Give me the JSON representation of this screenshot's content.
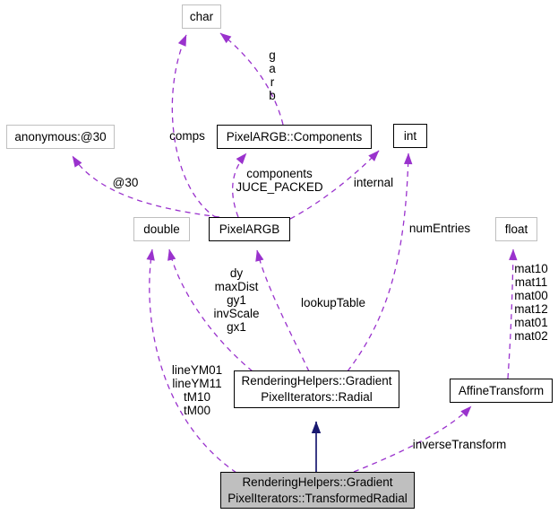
{
  "diagram": {
    "kind": "doxygen-collaboration-graph",
    "colors": {
      "dependency_edge": "#9a32cd",
      "inheritance_edge": "#191970",
      "plain_node_border": "#bfbfbf",
      "strong_node_border": "#000000",
      "current_node_fill": "#bfbfbf",
      "background": "#ffffff"
    },
    "nodes": [
      {
        "id": "char",
        "label": "char"
      },
      {
        "id": "anonymous",
        "label": "anonymous:@30"
      },
      {
        "id": "pixelargb-components",
        "label": "PixelARGB::Components"
      },
      {
        "id": "int",
        "label": "int"
      },
      {
        "id": "double",
        "label": "double"
      },
      {
        "id": "pixelargb",
        "label": "PixelARGB"
      },
      {
        "id": "float",
        "label": "float"
      },
      {
        "id": "radial",
        "label": "RenderingHelpers::Gradient\nPixelIterators::Radial"
      },
      {
        "id": "affine-transform",
        "label": "AffineTransform"
      },
      {
        "id": "transformed-radial",
        "label": "RenderingHelpers::Gradient\nPixelIterators::TransformedRadial"
      }
    ],
    "edges": [
      {
        "id": "comps",
        "from": "PixelARGB",
        "to": "char",
        "label": "comps",
        "style": "dashed"
      },
      {
        "id": "garb",
        "from": "PixelARGB::Components",
        "to": "char",
        "label": "g\na\nr\nb",
        "style": "dashed"
      },
      {
        "id": "components-packed",
        "from": "PixelARGB",
        "to": "PixelARGB::Components",
        "label": "components\nJUCE_PACKED",
        "style": "dashed"
      },
      {
        "id": "internal",
        "from": "PixelARGB",
        "to": "int",
        "label": "internal",
        "style": "dashed"
      },
      {
        "id": "at30",
        "from": "PixelARGB",
        "to": "anonymous:@30",
        "label": "@30",
        "style": "dashed"
      },
      {
        "id": "numentries",
        "from": "RenderingHelpers::GradientPixelIterators::Radial",
        "to": "int",
        "label": "numEntries",
        "style": "dashed"
      },
      {
        "id": "lookuptable",
        "from": "RenderingHelpers::GradientPixelIterators::Radial",
        "to": "PixelARGB",
        "label": "lookupTable",
        "style": "dashed"
      },
      {
        "id": "radial-double",
        "from": "RenderingHelpers::GradientPixelIterators::Radial",
        "to": "double",
        "label": "dy\nmaxDist\ngy1\ninvScale\ngx1",
        "style": "dashed"
      },
      {
        "id": "transformed-double",
        "from": "RenderingHelpers::GradientPixelIterators::TransformedRadial",
        "to": "double",
        "label": "lineYM01\nlineYM11\ntM10\ntM00",
        "style": "dashed"
      },
      {
        "id": "mats",
        "from": "AffineTransform",
        "to": "float",
        "label": "mat10\nmat11\nmat00\nmat12\nmat01\nmat02",
        "style": "dashed"
      },
      {
        "id": "inverse-transform",
        "from": "RenderingHelpers::GradientPixelIterators::TransformedRadial",
        "to": "AffineTransform",
        "label": "inverseTransform",
        "style": "dashed"
      },
      {
        "id": "inheritance",
        "from": "RenderingHelpers::GradientPixelIterators::TransformedRadial",
        "to": "RenderingHelpers::GradientPixelIterators::Radial",
        "label": "",
        "style": "solid"
      }
    ]
  }
}
